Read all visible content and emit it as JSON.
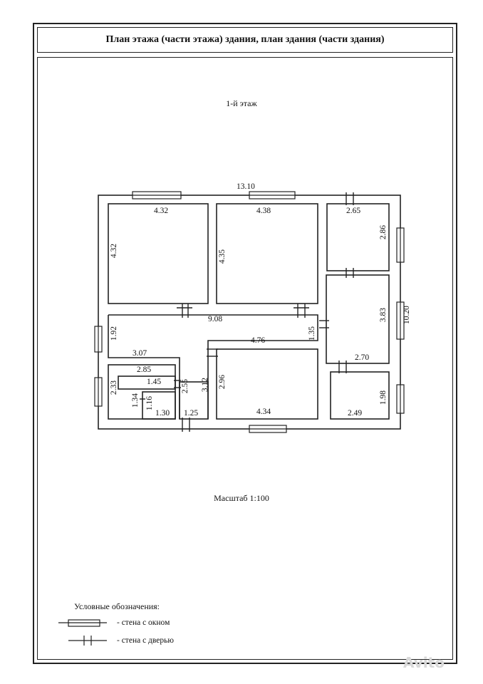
{
  "header": {
    "title": "План этажа (части этажа) здания, план здания (части здания)"
  },
  "plan": {
    "floor_label": "1-й этаж",
    "scale": "Масштаб 1:100",
    "dims": {
      "total_width": "13.10",
      "total_height": "10.20",
      "r1_w": "4.32",
      "r1_h": "4.32",
      "r2_w": "4.38",
      "r2_h": "4.35",
      "r3_w": "2.65",
      "r3_h": "2.86",
      "r4_h": "3.83",
      "r4_w": "2.70",
      "r5_h": "1.98",
      "r5_w": "2.49",
      "hall_w": "9.08",
      "hall_h": "1.92",
      "hall_side": "1.35",
      "corr_w": "4.76",
      "corr_h": "3.12",
      "r6_h": "2.96",
      "r6_w": "4.34",
      "left_w": "3.07",
      "bath_w": "2.85",
      "bath_h": "2.33",
      "bath_side": "2.55",
      "wc_w": "1.45",
      "wc_h": "1.34",
      "wc2_h": "1.16",
      "wc2_w": "1.30",
      "vest_w": "1.25"
    }
  },
  "legend": {
    "title": "Условные обозначения:",
    "window": "- стена с окном",
    "door": "- стена с дверью"
  },
  "watermark": "Avito"
}
